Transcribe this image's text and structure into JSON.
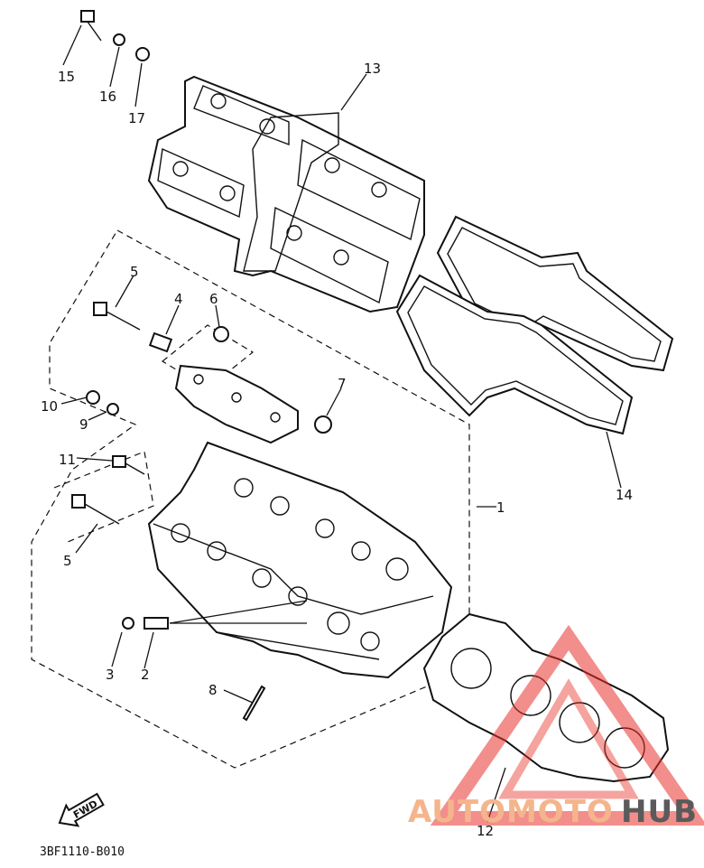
{
  "diagram": {
    "part_labels": [
      "1",
      "2",
      "3",
      "4",
      "5",
      "5",
      "6",
      "7",
      "8",
      "9",
      "10",
      "11",
      "12",
      "13",
      "14",
      "15",
      "16",
      "17"
    ],
    "catalog_code": "3BF1110-B010",
    "direction_label": "FWD"
  },
  "watermark": {
    "brand_part1": "AUTOMOTO",
    "brand_part2": "HUB",
    "colors": {
      "accent": "#e8322b",
      "orange": "#f4b58c",
      "gray": "#5a5a5a"
    }
  }
}
